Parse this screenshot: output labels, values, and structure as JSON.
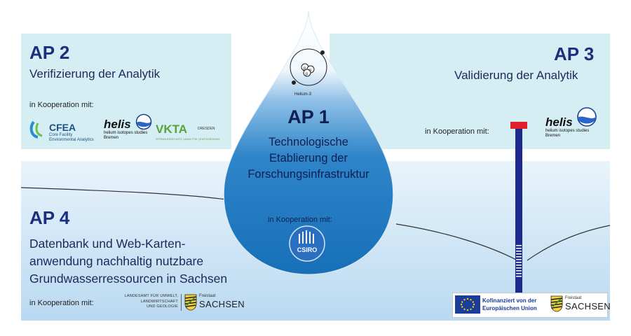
{
  "ap2": {
    "title": "AP 2",
    "subtitle": "Verifizierung der Analytik",
    "cooperation": "in Kooperation mit:",
    "logos": {
      "cfea_name": "CFEA",
      "cfea_line1": "Core Facility",
      "cfea_line2": "Environmental Analytics",
      "helis_name": "helis",
      "helis_line1": "helium isotopes studies",
      "helis_line2": "Bremen",
      "vkta_name": "VKTA",
      "vkta_city": "DRESDEN",
      "vkta_tagline": "STRAHLENSCHUTZ | ANALYTIK | ENTSORGUNG"
    }
  },
  "ap3": {
    "title": "AP 3",
    "subtitle": "Validierung der Analytik",
    "cooperation": "in Kooperation mit:",
    "logos": {
      "helis_name": "helis",
      "helis_line1": "helium isotopes studies",
      "helis_line2": "Bremen"
    }
  },
  "ap1": {
    "title": "AP 1",
    "line1": "Technologische",
    "line2": "Etablierung der",
    "line3": "Forschungsinfrastruktur",
    "cooperation": "in Kooperation mit:",
    "atom_label": "Helium-3",
    "csiro": "CSIRO"
  },
  "ap4": {
    "title": "AP 4",
    "line1": "Datenbank und Web-Karten-",
    "line2": "anwendung nachhaltig nutzbare",
    "line3": "Grundwasserressourcen in Sachsen",
    "cooperation": "in Kooperation mit:",
    "lfulg_line1": "LANDESAMT FÜR UMWELT,",
    "lfulg_line2": "LANDWIRTSCHAFT",
    "lfulg_line3": "UND GEOLOGIE",
    "sachsen_small": "Freistaat",
    "sachsen_big": "SACHSEN"
  },
  "funding": {
    "eu_line1": "Kofinanziert von der",
    "eu_line2": "Europäischen Union",
    "sachsen_small": "Freistaat",
    "sachsen_big": "SACHSEN"
  },
  "colors": {
    "panel": "#d5eef4",
    "drop": "#1c76bf",
    "navy": "#1c2f7e",
    "well_cap": "#e0202a"
  }
}
